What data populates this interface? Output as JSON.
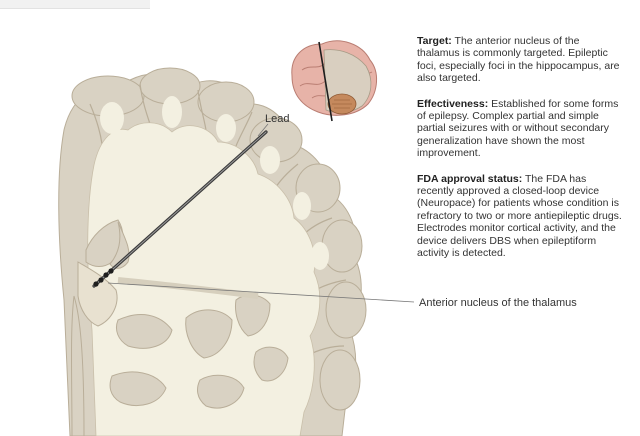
{
  "labels": {
    "lead": "Lead",
    "nucleus": "Anterior nucleus of the thalamus"
  },
  "sections": [
    {
      "heading": "Target:",
      "body": " The anterior nucleus of the thalamus is commonly targeted. Epileptic foci, especially foci in the hippocampus, are also targeted."
    },
    {
      "heading": "Effectiveness:",
      "body": " Established for some forms of epilepsy. Complex partial and simple partial seizures with or without secondary generalization have shown the most improvement."
    },
    {
      "heading": "FDA approval status:",
      "body": " The FDA has recently approved a closed-loop device (Neuropace) for patients whose condition is refractory to two or more antiepileptic drugs. Electrodes monitor cortical activity, and the device delivers DBS when epileptiform activity is detected."
    }
  ],
  "colors": {
    "gray_matter": "#d9d2c3",
    "white_matter": "#f3f0e1",
    "outline": "#b9ae99",
    "brain_pink": "#e7b3a8",
    "cerebellum": "#c5895d",
    "lead": "#3a3a3a",
    "callout_line": "#777777",
    "text": "#333333"
  }
}
